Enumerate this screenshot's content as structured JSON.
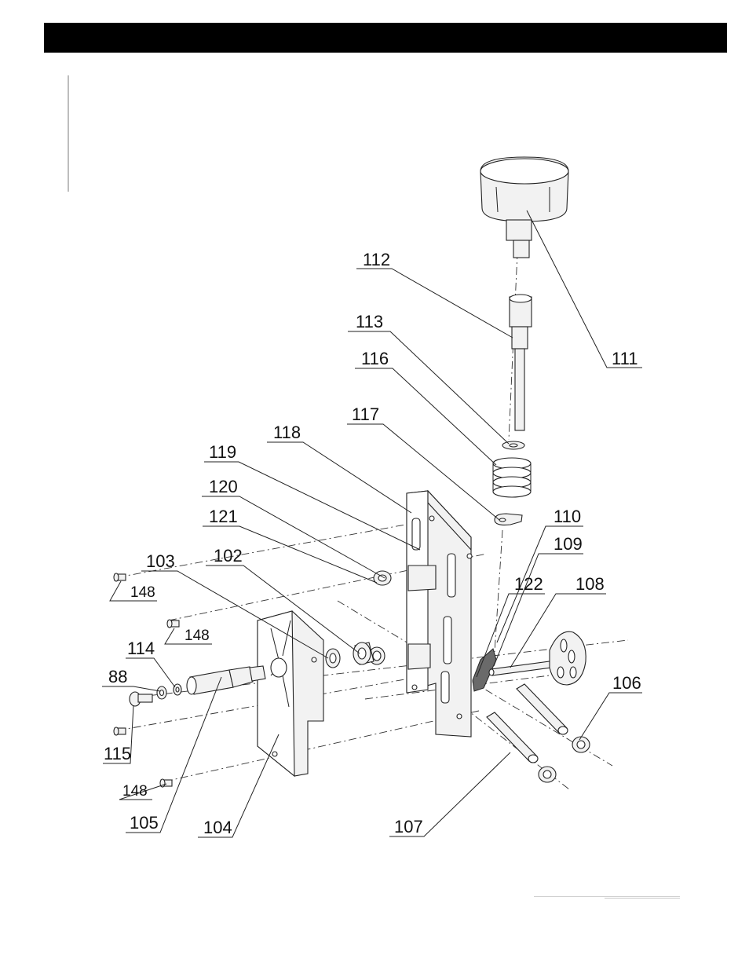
{
  "labels": {
    "p111": "111",
    "p112": "112",
    "p113": "113",
    "p116": "116",
    "p117": "117",
    "p118": "118",
    "p119": "119",
    "p120": "120",
    "p121": "121",
    "p103": "103",
    "p102": "102",
    "p110": "110",
    "p109": "109",
    "p122": "122",
    "p108": "108",
    "p148a": "148",
    "p148b": "148",
    "p148c": "148",
    "p114": "114",
    "p88": "88",
    "p115": "115",
    "p106": "106",
    "p105": "105",
    "p104": "104",
    "p107": "107"
  }
}
